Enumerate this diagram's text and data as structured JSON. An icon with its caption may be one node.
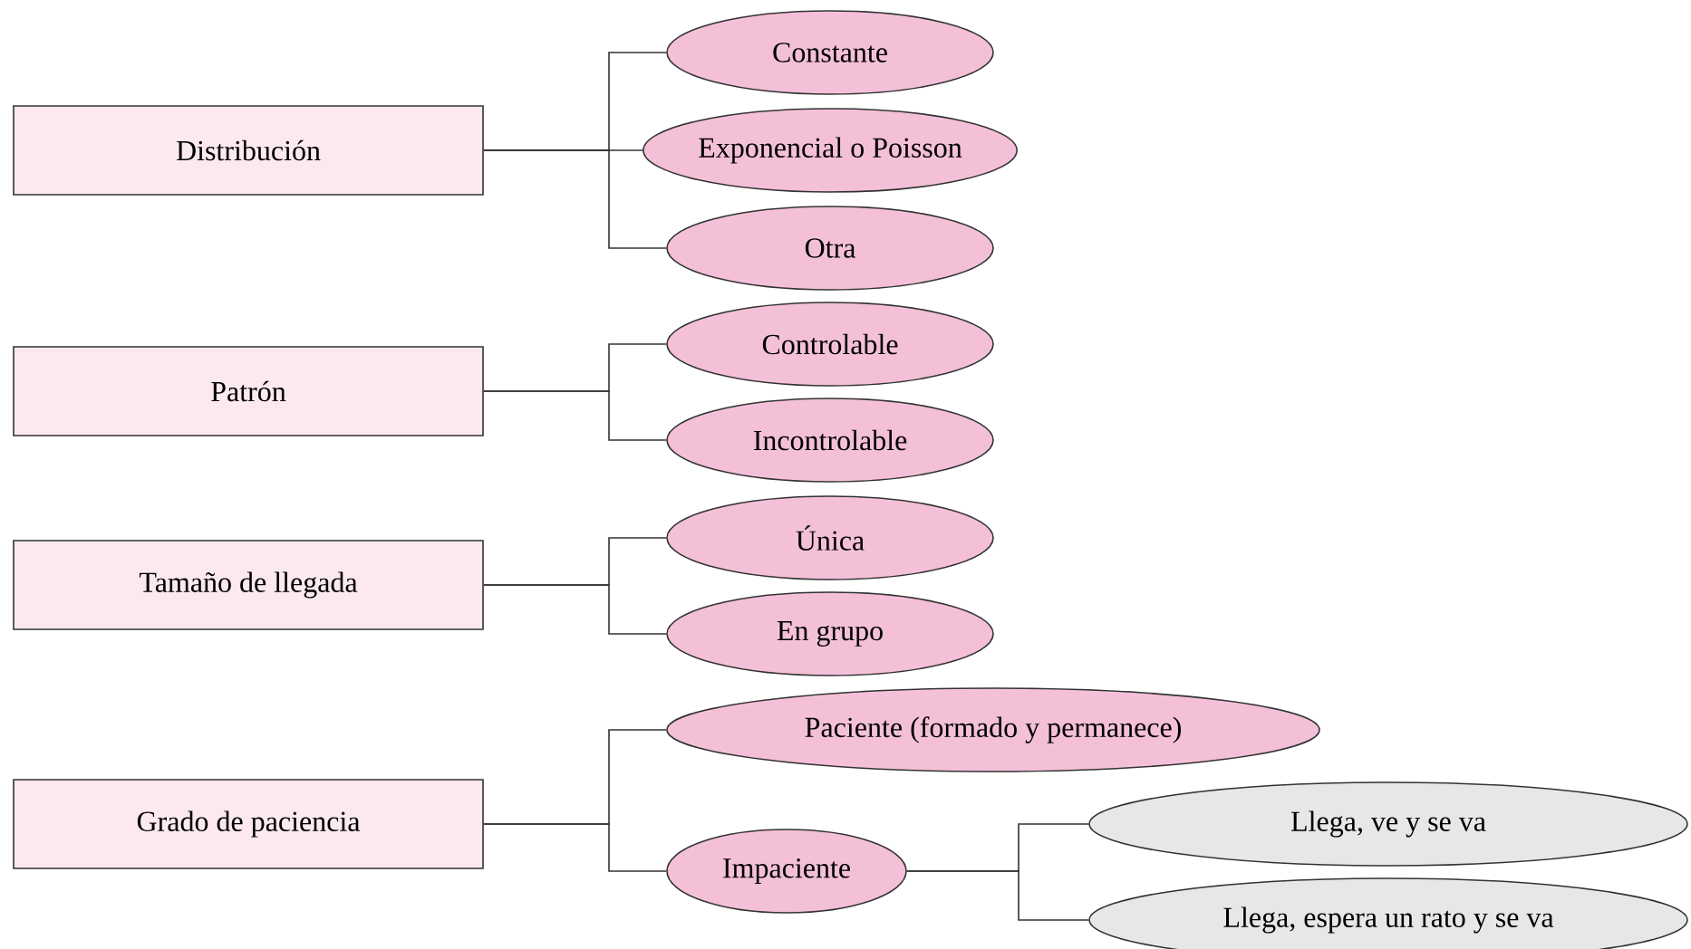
{
  "diagram": {
    "nodes": [
      {
        "text": [
          "Distribución"
        ]
      },
      {
        "text": [
          "Constante"
        ]
      },
      {
        "text": [
          "Exponencial o Poisson"
        ]
      },
      {
        "text": [
          "Otra"
        ]
      },
      {
        "text": [
          "Patrón"
        ]
      },
      {
        "text": [
          "Controlable"
        ]
      },
      {
        "text": [
          "Incontrolable"
        ]
      },
      {
        "text": [
          "Tamaño de llegada"
        ]
      },
      {
        "text": [
          "Única"
        ]
      },
      {
        "text": [
          "En grupo"
        ]
      },
      {
        "text": [
          "Grado de paciencia"
        ]
      },
      {
        "text": [
          "Paciente (formado y permanece)"
        ]
      },
      {
        "text": [
          "Impaciente"
        ]
      },
      {
        "text": [
          "Llega, ve y se va"
        ]
      },
      {
        "text": [
          "Llega, espera un rato y se va"
        ]
      }
    ],
    "edges": [
      {
        "from": 0,
        "to": 1,
        "arrow": "none"
      },
      {
        "from": 0,
        "to": 2,
        "arrow": "none"
      },
      {
        "from": 0,
        "to": 3,
        "arrow": "none"
      },
      {
        "from": 4,
        "to": 5,
        "arrow": "none"
      },
      {
        "from": 4,
        "to": 6,
        "arrow": "none"
      },
      {
        "from": 7,
        "to": 8,
        "arrow": "none"
      },
      {
        "from": 7,
        "to": 9,
        "arrow": "none"
      },
      {
        "from": 10,
        "to": 11,
        "arrow": "none"
      },
      {
        "from": 10,
        "to": 12,
        "arrow": "none"
      },
      {
        "from": 12,
        "to": 13,
        "arrow": "none"
      },
      {
        "from": 12,
        "to": 14,
        "arrow": "none"
      }
    ]
  }
}
